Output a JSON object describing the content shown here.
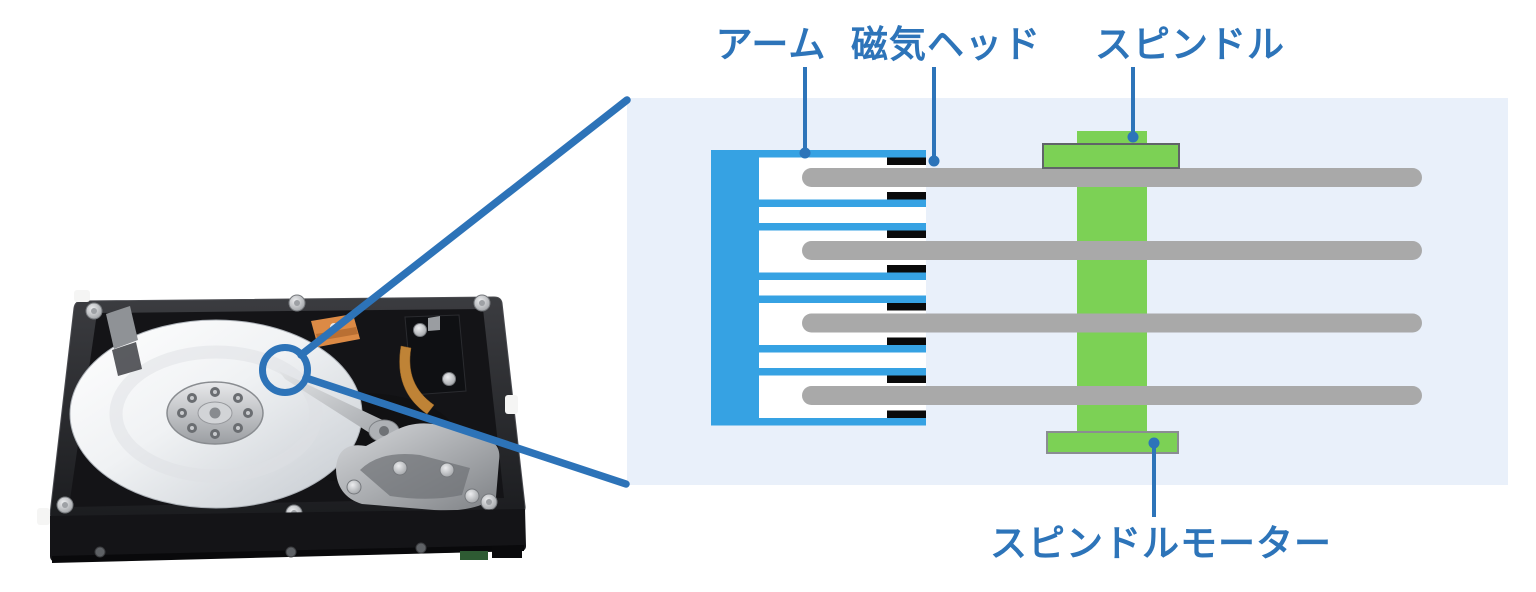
{
  "diagram": {
    "labels": {
      "arm": "アーム",
      "magnetic_head": "磁気ヘッド",
      "spindle": "スピンドル",
      "spindle_motor": "スピンドルモーター"
    },
    "colors": {
      "panel_bg": "#E9F0FA",
      "arm_blue": "#36A2E3",
      "comb_interior_white": "#FFFFFF",
      "platter_gray": "#A9A9A9",
      "head_black": "#0A0A0A",
      "spindle_green": "#7CD155",
      "spindle_cap_border": "#606468",
      "spindle_base_border": "#8A8D92",
      "label_blue": "#2D74B9",
      "callout_blue": "#2D73B8"
    },
    "counts": {
      "platters": 4,
      "arms": 8,
      "heads": 8
    }
  }
}
